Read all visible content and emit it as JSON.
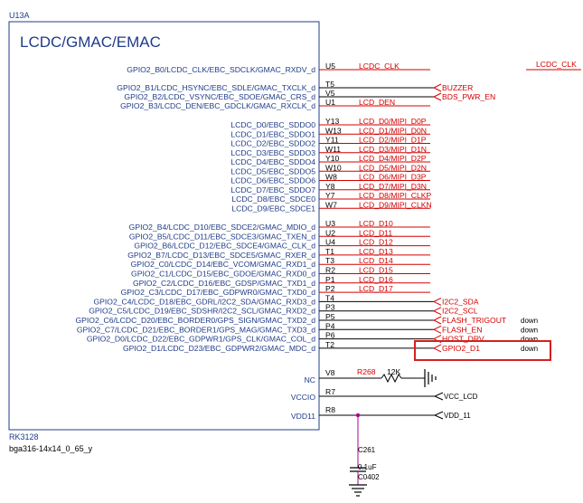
{
  "part": {
    "ref": "U13A",
    "title": "LCDC/GMAC/EMAC",
    "chip": "RK3128",
    "package": "bga316-14x14_0_65_y"
  },
  "group1": [
    {
      "pin": "GPIO2_B0/LCDC_CLK/EBC_SDCLK/GMAC_RXDV_d",
      "num": "U5",
      "net": "LCDC_CLK",
      "arrow": false
    },
    {
      "pin": "GPIO2_B1/LCDC_HSYNC/EBC_SDLE/GMAC_TXCLK_d",
      "num": "T5",
      "net": "BUZZER",
      "arrow": true
    },
    {
      "pin": "GPIO2_B2/LCDC_VSYNC/EBC_SDOE/GMAC_CRS_d",
      "num": "V5",
      "net": "BDS_PWR_EN",
      "arrow": true
    },
    {
      "pin": "GPIO2_B3/LCDC_DEN/EBC_GDCLK/GMAC_RXCLK_d",
      "num": "U1",
      "net": "LCD_DEN",
      "arrow": false
    }
  ],
  "group2": [
    {
      "pin": "LCDC_D0/EBC_SDDO0",
      "num": "Y13",
      "net": "LCD_D0/MIPI_D0P"
    },
    {
      "pin": "LCDC_D1/EBC_SDDO1",
      "num": "W13",
      "net": "LCD_D1/MIPI_D0N"
    },
    {
      "pin": "LCDC_D2/EBC_SDDO2",
      "num": "Y11",
      "net": "LCD_D2/MIPI_D1P"
    },
    {
      "pin": "LCDC_D3/EBC_SDDO3",
      "num": "W11",
      "net": "LCD_D3/MIPI_D1N"
    },
    {
      "pin": "LCDC_D4/EBC_SDDO4",
      "num": "Y10",
      "net": "LCD_D4/MIPI_D2P"
    },
    {
      "pin": "LCDC_D5/EBC_SDDO5",
      "num": "W10",
      "net": "LCD_D5/MIPI_D2N"
    },
    {
      "pin": "LCDC_D6/EBC_SDDO6",
      "num": "W8",
      "net": "LCD_D6/MIPI_D3P"
    },
    {
      "pin": "LCDC_D7/EBC_SDDO7",
      "num": "Y8",
      "net": "LCD_D7/MIPI_D3N"
    },
    {
      "pin": "LCDC_D8/EBC_SDCE0",
      "num": "Y7",
      "net": "LCD_D8/MIPI_CLKP"
    },
    {
      "pin": "LCDC_D9/EBC_SDCE1",
      "num": "W7",
      "net": "LCD_D9/MIPI_CLKN"
    }
  ],
  "group3": [
    {
      "pin": "GPIO2_B4/LCDC_D10/EBC_SDCE2/GMAC_MDIO_d",
      "num": "U3",
      "net": "LCD_D10",
      "arrow": false,
      "note": ""
    },
    {
      "pin": "GPIO2_B5/LCDC_D11/EBC_SDCE3/GMAC_TXEN_d",
      "num": "U2",
      "net": "LCD_D11",
      "arrow": false,
      "note": ""
    },
    {
      "pin": "GPIO2_B6/LCDC_D12/EBC_SDCE4/GMAC_CLK_d",
      "num": "U4",
      "net": "LCD_D12",
      "arrow": false,
      "note": ""
    },
    {
      "pin": "GPIO2_B7/LCDC_D13/EBC_SDCE5/GMAC_RXER_d",
      "num": "T1",
      "net": "LCD_D13",
      "arrow": false,
      "note": ""
    },
    {
      "pin": "GPIO2_C0/LCDC_D14/EBC_VCOM/GMAC_RXD1_d",
      "num": "T3",
      "net": "LCD_D14",
      "arrow": false,
      "note": ""
    },
    {
      "pin": "GPIO2_C1/LCDC_D15/EBC_GDOE/GMAC_RXD0_d",
      "num": "R2",
      "net": "LCD_D15",
      "arrow": false,
      "note": ""
    },
    {
      "pin": "GPIO2_C2/LCDC_D16/EBC_GDSP/GMAC_TXD1_d",
      "num": "P1",
      "net": "LCD_D16",
      "arrow": false,
      "note": ""
    },
    {
      "pin": "GPIO2_C3/LCDC_D17/EBC_GDPWR0/GMAC_TXD0_d",
      "num": "P2",
      "net": "LCD_D17",
      "arrow": false,
      "note": ""
    },
    {
      "pin": "GPIO2_C4/LCDC_D18/EBC_GDRL/I2C2_SDA/GMAC_RXD3_d",
      "num": "T4",
      "net": "I2C2_SDA",
      "arrow": true,
      "note": ""
    },
    {
      "pin": "GPIO2_C5/LCDC_D19/EBC_SDSHR/I2C2_SCL/GMAC_RXD2_d",
      "num": "P3",
      "net": "I2C2_SCL",
      "arrow": true,
      "note": ""
    },
    {
      "pin": "GPIO2_C6/LCDC_D20/EBC_BORDER0/GPS_SIGN/GMAC_TXD2_d",
      "num": "P5",
      "net": "FLASH_TRIGOUT",
      "arrow": true,
      "note": "down"
    },
    {
      "pin": "GPIO2_C7/LCDC_D21/EBC_BORDER1/GPS_MAG/GMAC_TXD3_d",
      "num": "P4",
      "net": "FLASH_EN",
      "arrow": true,
      "note": "down"
    },
    {
      "pin": "GPIO2_D0/LCDC_D22/EBC_GDPWR1/GPS_CLK/GMAC_COL_d",
      "num": "P6",
      "net": "HOST_DRV",
      "arrow": true,
      "note": "down"
    },
    {
      "pin": "GPIO2_D1/LCDC_D23/EBC_GDPWR2/GMAC_MDC_d",
      "num": "T2",
      "net": "GPIO2_D1",
      "arrow": true,
      "note": "down"
    }
  ],
  "power": [
    {
      "pin": "NC",
      "num": "V8"
    },
    {
      "pin": "VCCIO",
      "num": "R7"
    },
    {
      "pin": "VDD11",
      "num": "R8"
    }
  ],
  "offpage_lcdc_clk": "LCDC_CLK",
  "resistor": {
    "ref": "R268",
    "value": "12K"
  },
  "vcc_nets": {
    "vccio": "VCC_LCD",
    "vdd11": "VDD_11"
  },
  "capacitor": {
    "ref": "C261",
    "value": "0.1uF",
    "size": "C0402"
  },
  "colors": {
    "box": "#1f3c88",
    "pin_text": "#1f3c88",
    "net": "#d40000",
    "highlight": "#d42020",
    "junction": "#b0008a"
  }
}
